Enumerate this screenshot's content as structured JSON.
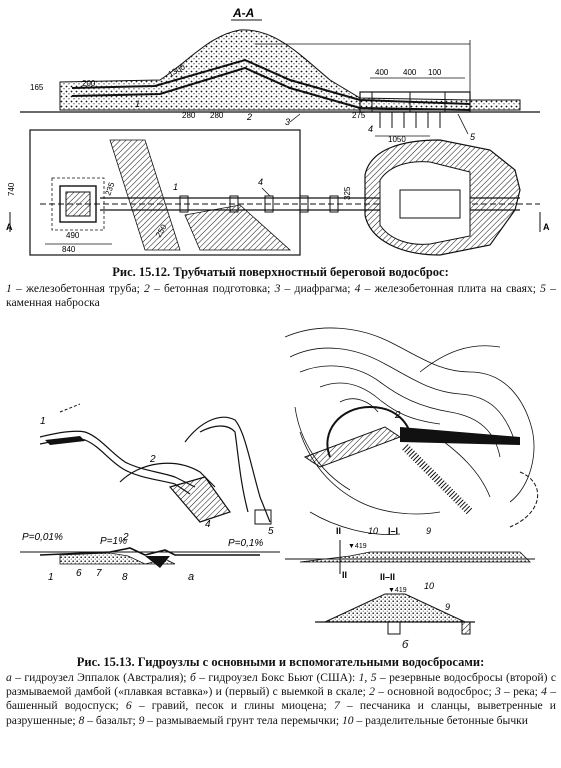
{
  "figure1": {
    "section_label": "А-А",
    "dims": {
      "d165": "165",
      "d200": "200",
      "d1300": "1300",
      "d280a": "280",
      "d280b": "280",
      "d275": "275",
      "d400a": "400",
      "d400b": "400",
      "d100": "100",
      "d1050": "1050",
      "d740": "740",
      "d490": "490",
      "d840": "840",
      "d235": "235",
      "d250": "250",
      "d325": "325"
    },
    "callouts": {
      "c1": "1",
      "c2": "2",
      "c3": "3",
      "c4": "4",
      "c5": "5",
      "c1plan": "1",
      "c4plan": "4",
      "cA_left": "А",
      "cA_right": "А"
    },
    "caption_title": "Рис. 15.12. Трубчатый поверхностный береговой водосброс:",
    "legend": [
      {
        "num": "1",
        "text": " – железобетонная труба; "
      },
      {
        "num": "2",
        "text": " – бетонная подготовка; "
      },
      {
        "num": "3",
        "text": " – диафрагма; "
      },
      {
        "num": "4",
        "text": " – железобетонная плита на сваях; "
      },
      {
        "num": "5",
        "text": " – каменная наброска"
      }
    ]
  },
  "figure2": {
    "labels": {
      "p001": "P=0,01%",
      "p1": "P=1%",
      "p01": "P=0,1%",
      "sub_a": "a",
      "sub_b": "б",
      "n1": "1",
      "n2": "2",
      "n4": "4",
      "n5": "5",
      "n6": "6",
      "n7": "7",
      "n8": "8",
      "n1top": "1",
      "n2map": "2",
      "n9": "9",
      "n10": "10",
      "n9b": "9",
      "n10b": "10",
      "sec2": "II",
      "sec2b": "II",
      "sec1": "I–I",
      "sec_b": "II–II",
      "elev1": "▼419",
      "elev2": "▼419"
    },
    "caption_title": "Рис. 15.13. Гидроузлы с основными и вспомогательными водосбросами:",
    "caption_text": [
      {
        "t": "а",
        "i": true
      },
      {
        "t": " – гидроузел Эппалок (Австралия); ",
        "i": false
      },
      {
        "t": "б",
        "i": true
      },
      {
        "t": " – гидроузел Бокс Бьют (США): ",
        "i": false
      },
      {
        "t": "1, 5",
        "i": true
      },
      {
        "t": " – резервные водосбросы (второй) с размываемой дамбой («плавкая вставка») и (первый) с выемкой в скале; ",
        "i": false
      },
      {
        "t": "2",
        "i": true
      },
      {
        "t": " – основной водосброс; ",
        "i": false
      },
      {
        "t": "3",
        "i": true
      },
      {
        "t": " – река; ",
        "i": false
      },
      {
        "t": "4",
        "i": true
      },
      {
        "t": " – башенный водоспуск; ",
        "i": false
      },
      {
        "t": "6",
        "i": true
      },
      {
        "t": " – гравий, песок и глины миоцена; ",
        "i": false
      },
      {
        "t": "7",
        "i": true
      },
      {
        "t": " – песчаника и сланцы, выветренные и разрушенные; ",
        "i": false
      },
      {
        "t": "8",
        "i": true
      },
      {
        "t": " – базальт; ",
        "i": false
      },
      {
        "t": "9",
        "i": true
      },
      {
        "t": " – размываемый грунт тела перемычки; ",
        "i": false
      },
      {
        "t": "10",
        "i": true
      },
      {
        "t": " – разделительные бетонные бычки",
        "i": false
      }
    ]
  }
}
